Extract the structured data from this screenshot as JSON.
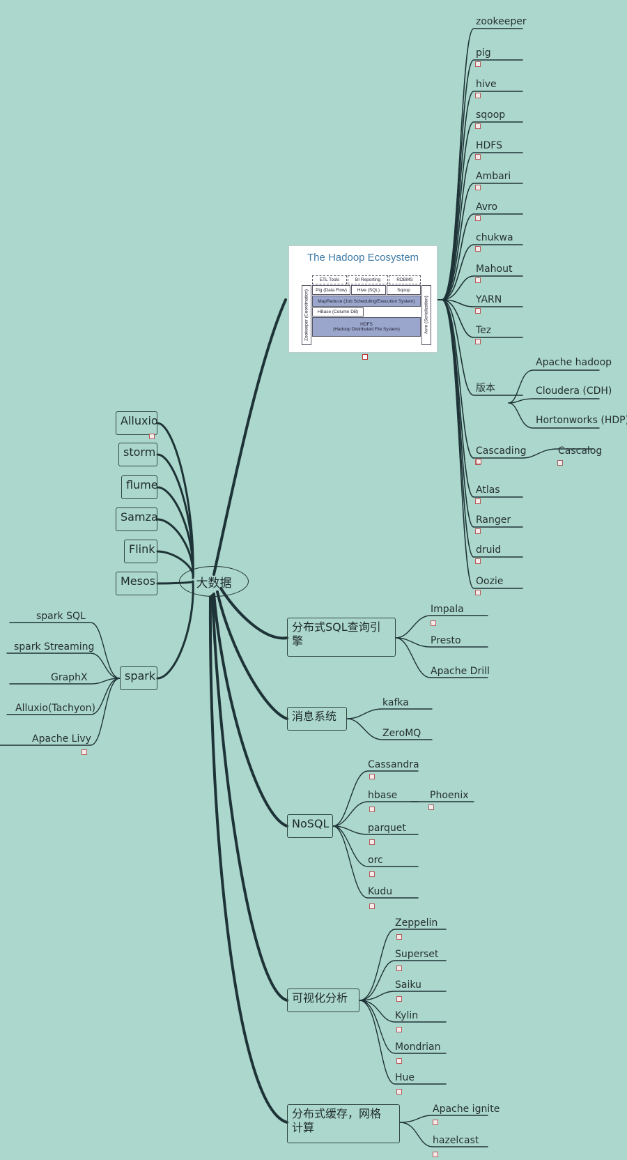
{
  "root": {
    "label": "大数据"
  },
  "hadoop_image": {
    "title": "The Hadoop Ecosystem",
    "top_tools": [
      "ETL Tools",
      "BI Reporting",
      "RDBMS"
    ],
    "pig": "Pig (Data Flow)",
    "hive": "Hive (SQL)",
    "sqoop": "Sqoop",
    "mapreduce": "MapReduce (Job Scheduling/Execution System)",
    "hbase": "HBase (Column DB)",
    "hdfs": "HDFS",
    "hdfs_sub": "(Hadoop Distributed File System)",
    "zookeeper": "Zookeeper (Coordination)",
    "avro": "Avro (Serialization)"
  },
  "hadoop_children": [
    "zookeeper",
    "pig",
    "hive",
    "sqoop",
    "HDFS",
    "Ambari",
    "Avro",
    "chukwa",
    "Mahout",
    "YARN",
    "Tez",
    "版本",
    "Cascading",
    "Atlas",
    "Ranger",
    "druid",
    "Oozie"
  ],
  "versions": [
    "Apache hadoop",
    "Cloudera (CDH)",
    "Hortonworks (HDP)"
  ],
  "cascading_child": "Cascalog",
  "left_nodes": [
    "Alluxio",
    "storm",
    "flume",
    "Samza",
    "Flink",
    "Mesos",
    "spark"
  ],
  "spark_children": [
    "spark SQL",
    "spark Streaming",
    "GraphX",
    "Alluxio(Tachyon)",
    "Apache Livy"
  ],
  "sql": {
    "label_line1": "分布式SQL查询引",
    "label_line2": "擎",
    "children": [
      "Impala",
      "Presto",
      "Apache Drill"
    ]
  },
  "mq": {
    "label": "消息系统",
    "children": [
      "kafka",
      "ZeroMQ"
    ]
  },
  "nosql": {
    "label": "NoSQL",
    "children": [
      "Cassandra",
      "hbase",
      "parquet",
      "orc",
      "Kudu"
    ],
    "hbase_child": "Phoenix"
  },
  "viz": {
    "label": "可视化分析",
    "children": [
      "Zeppelin",
      "Superset",
      "Saiku",
      "Kylin",
      "Mondrian",
      "Hue"
    ]
  },
  "cache": {
    "label_line1": "分布式缓存，网格",
    "label_line2": "计算",
    "children": [
      "Apache ignite",
      "hazelcast"
    ]
  }
}
